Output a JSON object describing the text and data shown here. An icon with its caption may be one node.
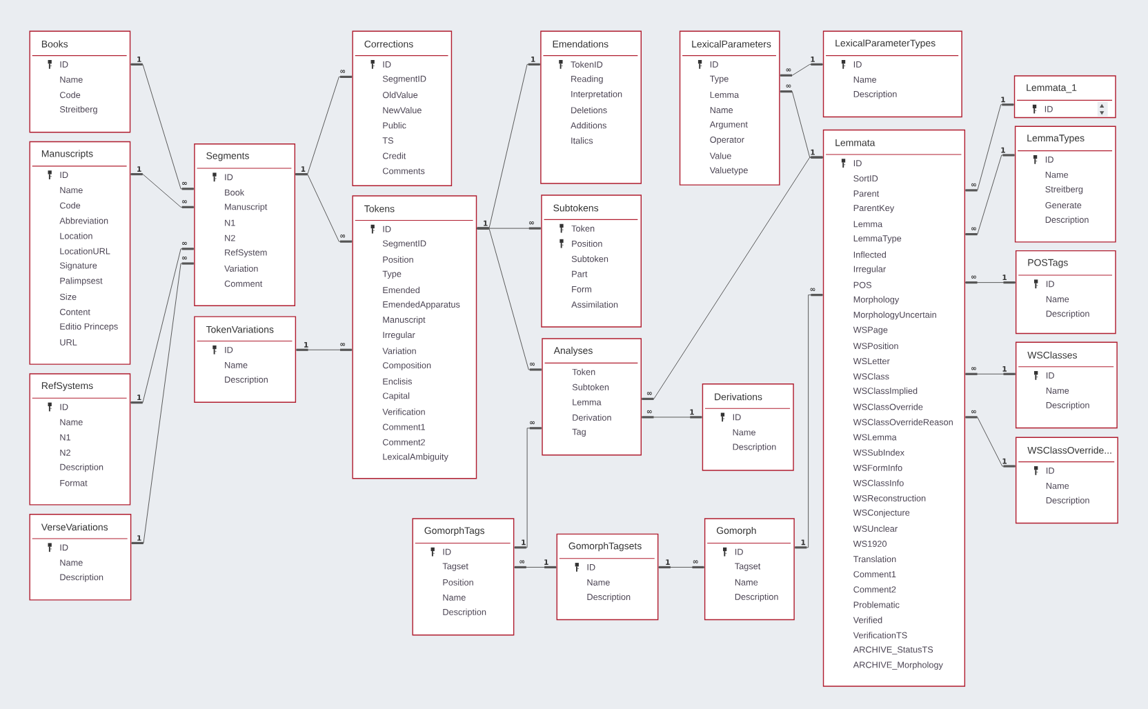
{
  "diagram": {
    "nodes": [
      {
        "text": [
          "Books",
          "ID",
          "Name",
          "Code",
          "Streitberg"
        ]
      },
      {
        "text": [
          "Manuscripts",
          "ID",
          "Name",
          "Code",
          "Abbreviation",
          "Location",
          "LocationURL",
          "Signature",
          "Palimpsest",
          "Size",
          "Content",
          "Editio Princeps",
          "URL"
        ]
      },
      {
        "text": [
          "RefSystems",
          "ID",
          "Name",
          "N1",
          "N2",
          "Description",
          "Format"
        ]
      },
      {
        "text": [
          "VerseVariations",
          "ID",
          "Name",
          "Description"
        ]
      },
      {
        "text": [
          "Segments",
          "ID",
          "Book",
          "Manuscript",
          "N1",
          "N2",
          "RefSystem",
          "Variation",
          "Comment"
        ]
      },
      {
        "text": [
          "TokenVariations",
          "ID",
          "Name",
          "Description"
        ]
      },
      {
        "text": [
          "Corrections",
          "ID",
          "SegmentID",
          "OldValue",
          "NewValue",
          "Public",
          "TS",
          "Credit",
          "Comments"
        ]
      },
      {
        "text": [
          "Tokens",
          "ID",
          "SegmentID",
          "Position",
          "Type",
          "Emended",
          "EmendedApparatus",
          "Manuscript",
          "Irregular",
          "Variation",
          "Composition",
          "Enclisis",
          "Capital",
          "Verification",
          "Comment1",
          "Comment2",
          "LexicalAmbiguity"
        ]
      },
      {
        "text": [
          "GomorphTags",
          "ID",
          "Tagset",
          "Position",
          "Name",
          "Description"
        ]
      },
      {
        "text": [
          "Emendations",
          "TokenID",
          "Reading",
          "Interpretation",
          "Deletions",
          "Additions",
          "Italics"
        ]
      },
      {
        "text": [
          "Subtokens",
          "Token",
          "Position",
          "Subtoken",
          "Part",
          "Form",
          "Assimilation"
        ]
      },
      {
        "text": [
          "Analyses",
          "Token",
          "Subtoken",
          "Lemma",
          "Derivation",
          "Tag"
        ]
      },
      {
        "text": [
          "GomorphTagsets",
          "ID",
          "Name",
          "Description"
        ]
      },
      {
        "text": [
          "LexicalParameters",
          "ID",
          "Type",
          "Lemma",
          "Name",
          "Argument",
          "Operator",
          "Value",
          "Valuetype"
        ]
      },
      {
        "text": [
          "Derivations",
          "ID",
          "Name",
          "Description"
        ]
      },
      {
        "text": [
          "Gomorph",
          "ID",
          "Tagset",
          "Name",
          "Description"
        ]
      },
      {
        "text": [
          "LexicalParameterTypes",
          "ID",
          "Name",
          "Description"
        ]
      },
      {
        "text": [
          "Lemmata",
          "ID",
          "SortID",
          "Parent",
          "ParentKey",
          "Lemma",
          "LemmaType",
          "Inflected",
          "Irregular",
          "POS",
          "Morphology",
          "MorphologyUncertain",
          "WSPage",
          "WSPosition",
          "WSLetter",
          "WSClass",
          "WSClassImplied",
          "WSClassOverride",
          "WSClassOverrideReason",
          "WSLemma",
          "WSSubIndex",
          "WSFormInfo",
          "WSClassInfo",
          "WSReconstruction",
          "WSConjecture",
          "WSUnclear",
          "WS1920",
          "Translation",
          "Comment1",
          "Comment2",
          "Problematic",
          "Verified",
          "VerificationTS",
          "ARCHIVE_StatusTS",
          "ARCHIVE_Morphology"
        ]
      },
      {
        "text": [
          "Lemmata_1",
          "ID"
        ]
      },
      {
        "text": [
          "LemmaTypes",
          "ID",
          "Name",
          "Streitberg",
          "Generate",
          "Description"
        ]
      },
      {
        "text": [
          "POSTags",
          "ID",
          "Name",
          "Description"
        ]
      },
      {
        "text": [
          "WSClasses",
          "ID",
          "Name",
          "Description"
        ]
      },
      {
        "text": [
          "WSClassOverride...",
          "ID",
          "Name",
          "Description"
        ]
      }
    ],
    "edges": [
      {
        "from": 0,
        "to": 4,
        "arrow": "other"
      },
      {
        "from": 1,
        "to": 4,
        "arrow": "other"
      },
      {
        "from": 2,
        "to": 4,
        "arrow": "other"
      },
      {
        "from": 3,
        "to": 4,
        "arrow": "other"
      },
      {
        "from": 4,
        "to": 6,
        "arrow": "other"
      },
      {
        "from": 4,
        "to": 7,
        "arrow": "other"
      },
      {
        "from": 5,
        "to": 7,
        "arrow": "other"
      },
      {
        "from": 7,
        "to": 9,
        "arrow": "other"
      },
      {
        "from": 7,
        "to": 10,
        "arrow": "other"
      },
      {
        "from": 7,
        "to": 11,
        "arrow": "other"
      },
      {
        "from": 16,
        "to": 13,
        "arrow": "other"
      },
      {
        "from": 17,
        "to": 13,
        "arrow": "other"
      },
      {
        "from": 17,
        "to": 11,
        "arrow": "other"
      },
      {
        "from": 14,
        "to": 11,
        "arrow": "other"
      },
      {
        "from": 8,
        "to": 11,
        "arrow": "other"
      },
      {
        "from": 12,
        "to": 8,
        "arrow": "other"
      },
      {
        "from": 12,
        "to": 15,
        "arrow": "other"
      },
      {
        "from": 15,
        "to": 17,
        "arrow": "other"
      },
      {
        "from": 18,
        "to": 17,
        "arrow": "other"
      },
      {
        "from": 19,
        "to": 17,
        "arrow": "other"
      },
      {
        "from": 20,
        "to": 17,
        "arrow": "other"
      },
      {
        "from": 21,
        "to": 17,
        "arrow": "other"
      },
      {
        "from": 22,
        "to": 17,
        "arrow": "other"
      }
    ],
    "labels": [
      "1",
      "1",
      "∞",
      "∞",
      "∞",
      "∞",
      "1",
      "1",
      "1",
      "∞",
      "∞",
      "1",
      "∞",
      "1",
      "1",
      "∞",
      "∞",
      "∞",
      "1",
      "∞",
      "1",
      "∞",
      "∞",
      "1",
      "1",
      "∞",
      "∞",
      "1",
      "∞",
      "1",
      "∞",
      "1",
      "1",
      "1",
      "∞",
      "∞",
      "∞",
      "1",
      "∞",
      "1",
      "∞",
      "1"
    ]
  }
}
